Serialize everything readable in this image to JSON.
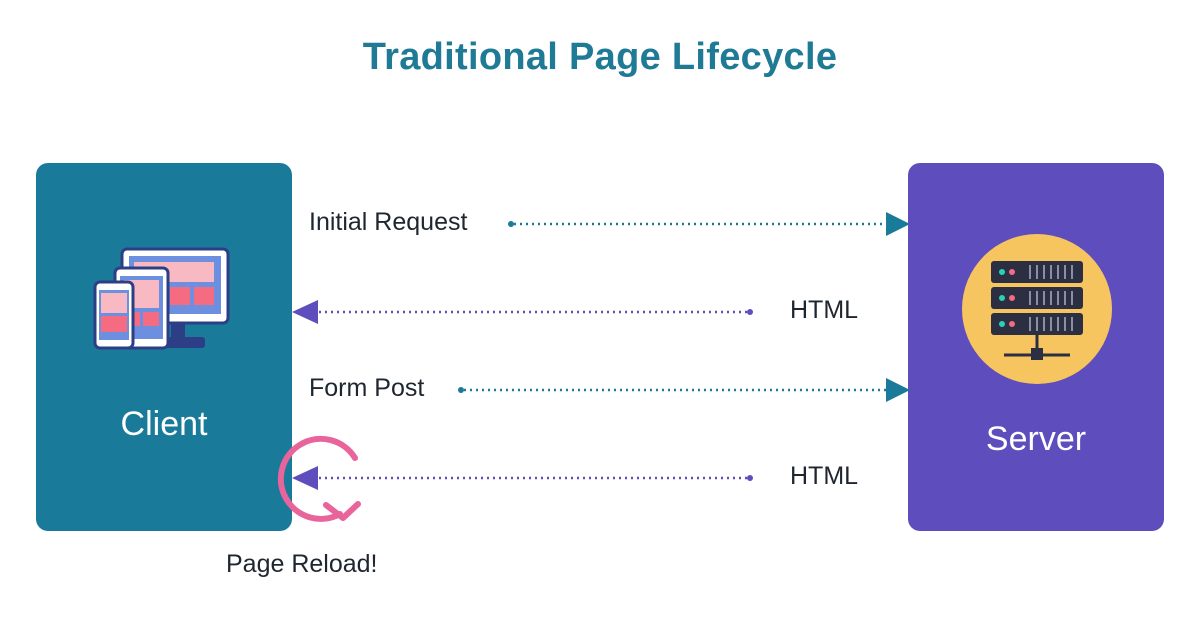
{
  "title": "Traditional Page Lifecycle",
  "client": {
    "label": "Client"
  },
  "server": {
    "label": "Server"
  },
  "messages": [
    {
      "label": "Initial Request",
      "direction": "client-to-server"
    },
    {
      "label": "HTML",
      "direction": "server-to-client"
    },
    {
      "label": "Form Post",
      "direction": "client-to-server"
    },
    {
      "label": "HTML",
      "direction": "server-to-client"
    }
  ],
  "reload_note": "Page Reload!",
  "colors": {
    "title": "#1f7a96",
    "client_box": "#1a7a9a",
    "server_box": "#5e4dbd",
    "request_arrow": "#1a7a9a",
    "response_arrow": "#5e4dbd",
    "reload_circle": "#e8649a",
    "server_circle": "#f6c560"
  },
  "icons": {
    "client": "devices-icon",
    "server": "server-rack-icon",
    "reload": "reload-arrow-icon"
  }
}
